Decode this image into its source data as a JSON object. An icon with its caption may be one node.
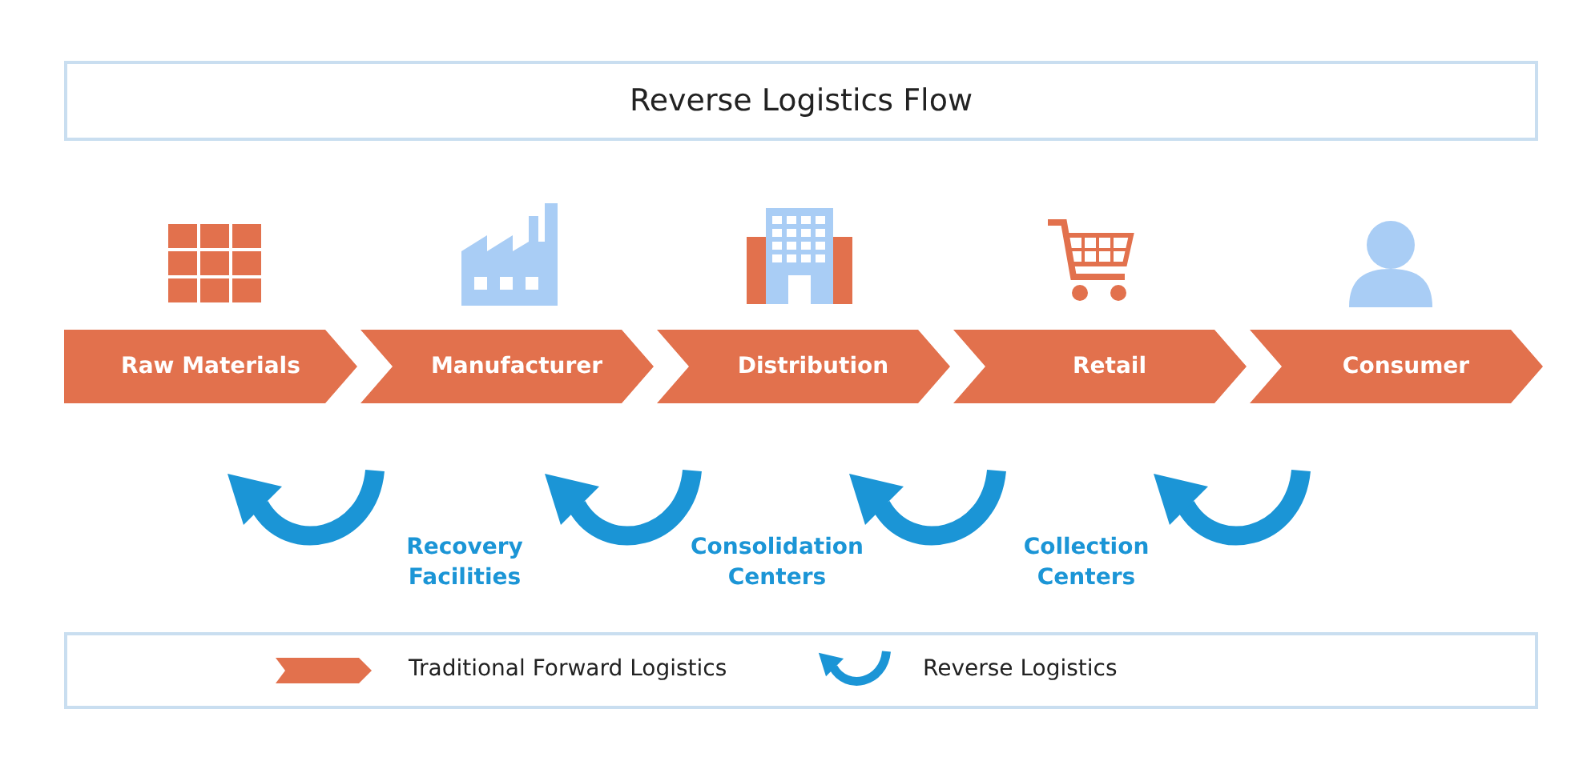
{
  "diagram": {
    "title": "Reverse Logistics Flow",
    "nodes": [
      {
        "text": [
          "Raw Materials"
        ]
      },
      {
        "text": [
          "Manufacturer"
        ]
      },
      {
        "text": [
          "Distribution"
        ]
      },
      {
        "text": [
          "Retail"
        ]
      },
      {
        "text": [
          "Consumer"
        ]
      }
    ],
    "labels": [
      "Recovery Facilities",
      "Consolidation Centers",
      "Collection Centers"
    ],
    "legend": [
      {
        "text": "Traditional Forward Logistics"
      },
      {
        "text": "Reverse Logistics"
      }
    ]
  }
}
